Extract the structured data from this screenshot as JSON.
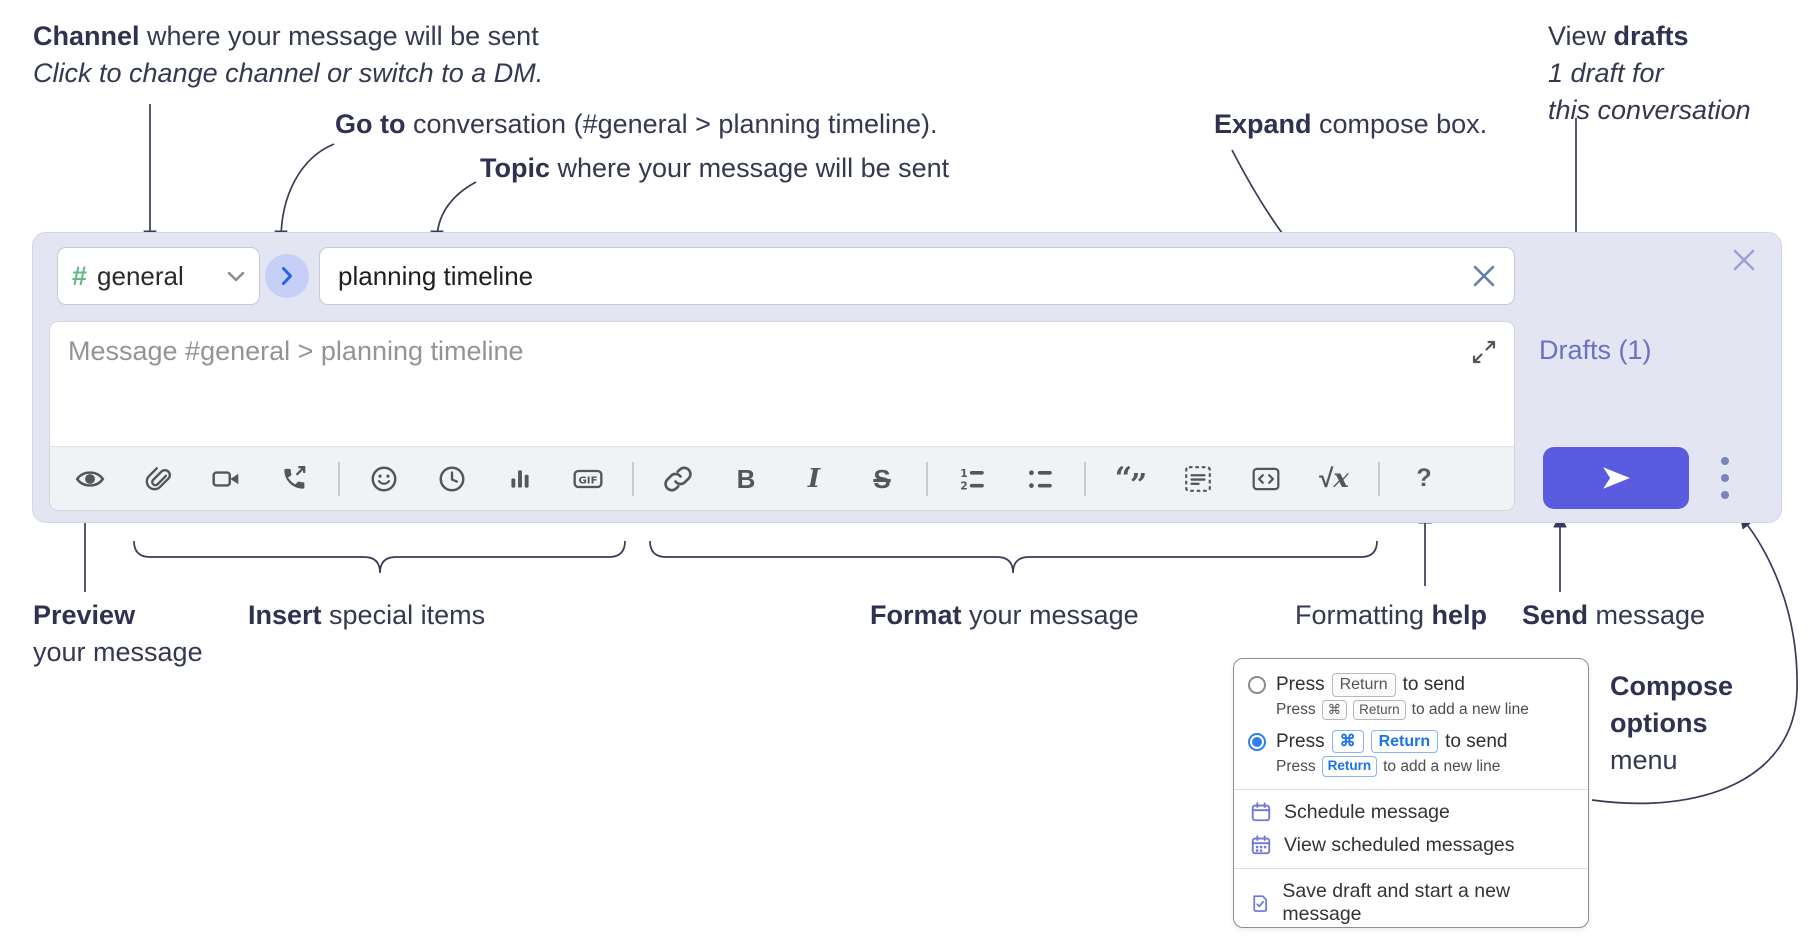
{
  "annotations": {
    "channel": {
      "bold": "Channel",
      "rest": " where your message will be sent",
      "line2": "Click to change channel or switch to a DM."
    },
    "goto": {
      "bold": "Go to",
      "rest": " conversation (#general > planning timeline)."
    },
    "topic": {
      "bold": "Topic",
      "rest": " where your message will be sent"
    },
    "expand": {
      "bold": "Expand",
      "rest": " compose box."
    },
    "drafts": {
      "line1_pre": "View ",
      "line1_bold": "drafts",
      "line2": "1 draft for",
      "line3": "this conversation"
    },
    "preview": {
      "bold": "Preview",
      "line2": "your message"
    },
    "insert": {
      "bold": "Insert",
      "rest": " special items"
    },
    "format": {
      "bold": "Format",
      "rest": " your message"
    },
    "help": {
      "pre": "Formatting ",
      "bold": "help"
    },
    "send": {
      "bold": "Send",
      "rest": " message"
    },
    "compose_options": {
      "line1": "Compose",
      "line2": "options",
      "line3": "menu"
    }
  },
  "compose": {
    "channel_selector": {
      "hash": "#",
      "name": "general"
    },
    "topic_input": {
      "value": "planning timeline"
    },
    "message_input": {
      "placeholder": "Message #general > planning timeline"
    },
    "drafts_link": "Drafts (1)",
    "toolbar": {
      "bold_label": "B",
      "italic_label": "I",
      "strike_label": "S",
      "gif_label": "GIF",
      "math_radical": "√",
      "math_var": "x",
      "quote_open": "“",
      "quote_close": "”",
      "help_label": "?"
    }
  },
  "popup": {
    "options": [
      {
        "selected": false,
        "main_pre": "Press",
        "main_keys": [
          "Return"
        ],
        "main_post": "to send",
        "sub_pre": "Press",
        "sub_keys": [
          "⌘",
          "Return"
        ],
        "sub_post": "to add a new line"
      },
      {
        "selected": true,
        "main_pre": "Press",
        "main_keys": [
          "⌘",
          "Return"
        ],
        "main_post": "to send",
        "sub_pre": "Press",
        "sub_keys": [
          "Return"
        ],
        "sub_post": "to add a new line"
      }
    ],
    "items": [
      {
        "label": "Schedule message"
      },
      {
        "label": "View scheduled messages"
      },
      {
        "label": "Save draft and start a new message"
      }
    ]
  },
  "colors": {
    "accent_send": "#5a5ce0",
    "compose_bg": "#e3e5f3",
    "drafts_link": "#6a71c0",
    "hash_green": "#63b883",
    "goto_circle_bg": "#c6cff7",
    "goto_chevron": "#2563eb",
    "kbd_blue": "#1a73e8",
    "annotation_text": "#343851",
    "toolbar_icon": "#55565a"
  }
}
